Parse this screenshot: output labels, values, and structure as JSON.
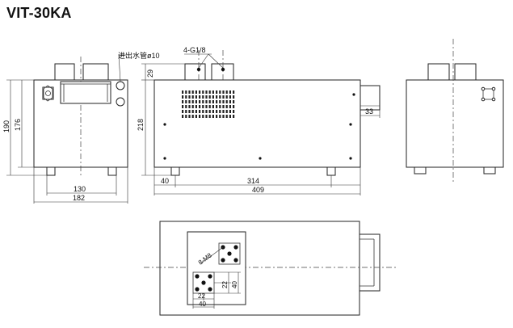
{
  "title": "VIT-30KA",
  "labels": {
    "inlet_note": "进出水管ø10",
    "pipe_thread": "4-G1/8",
    "bolt_pattern": "8-M8"
  },
  "dimensions": {
    "front_total_height": "190",
    "front_body_height": "176",
    "front_foot_spacing": "130",
    "front_width": "182",
    "side_top_offset": "29",
    "side_height": "218",
    "side_foot_offset": "40",
    "side_foot_spacing": "314",
    "side_length": "409",
    "side_rear_protrusion": "33",
    "bottom_v1": "40",
    "bottom_v2": "22",
    "bottom_h1": "22",
    "bottom_h2": "40"
  }
}
